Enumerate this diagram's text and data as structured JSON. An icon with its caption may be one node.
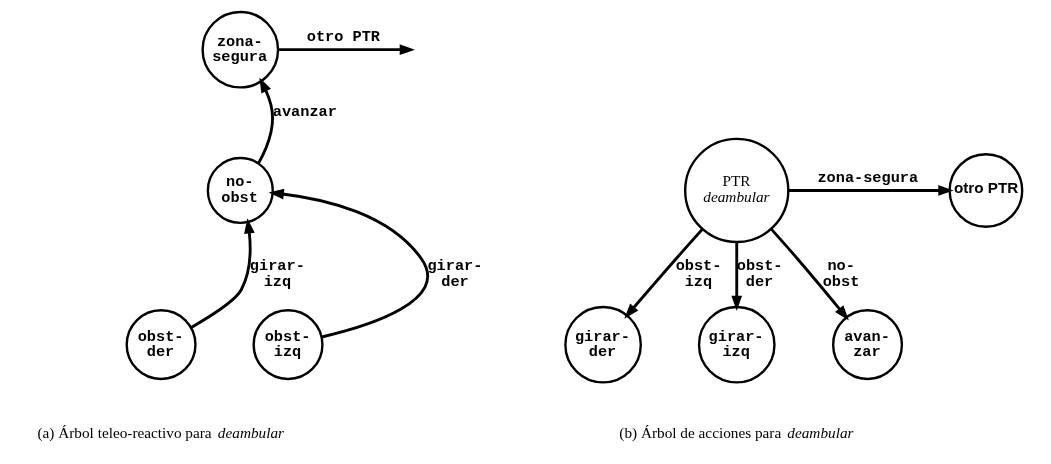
{
  "diagram": {
    "nodes": [
      {
        "text": [
          "zona- segura"
        ]
      },
      {
        "text": [
          "no- obst"
        ]
      },
      {
        "text": [
          "obst- der"
        ]
      },
      {
        "text": [
          "obst- izq"
        ]
      },
      {
        "text": [
          "PTR *deambular*"
        ]
      },
      {
        "text": [
          "otro PTR"
        ]
      },
      {
        "text": [
          "girar- der"
        ]
      },
      {
        "text": [
          "girar- izq"
        ]
      },
      {
        "text": [
          "avan- zar"
        ]
      }
    ],
    "edges": [
      {
        "from": 0,
        "to": null,
        "arrow": "to",
        "label": "otro PTR"
      },
      {
        "from": 1,
        "to": 0,
        "arrow": "to",
        "label": "avanzar"
      },
      {
        "from": 2,
        "to": 1,
        "arrow": "to",
        "label": "girar- izq"
      },
      {
        "from": 3,
        "to": 1,
        "arrow": "to",
        "label": "girar- der"
      },
      {
        "from": 4,
        "to": 5,
        "arrow": "to",
        "label": "zona-segura"
      },
      {
        "from": 4,
        "to": 6,
        "arrow": "to",
        "label": "obst- izq"
      },
      {
        "from": 4,
        "to": 7,
        "arrow": "to",
        "label": "obst- der"
      },
      {
        "from": 4,
        "to": 8,
        "arrow": "to",
        "label": "no- obst"
      }
    ],
    "labels": [
      "(a) Árbol teleo-reactivo para *deambular*",
      "(b) Árbol de acciones para *deambular*"
    ]
  }
}
